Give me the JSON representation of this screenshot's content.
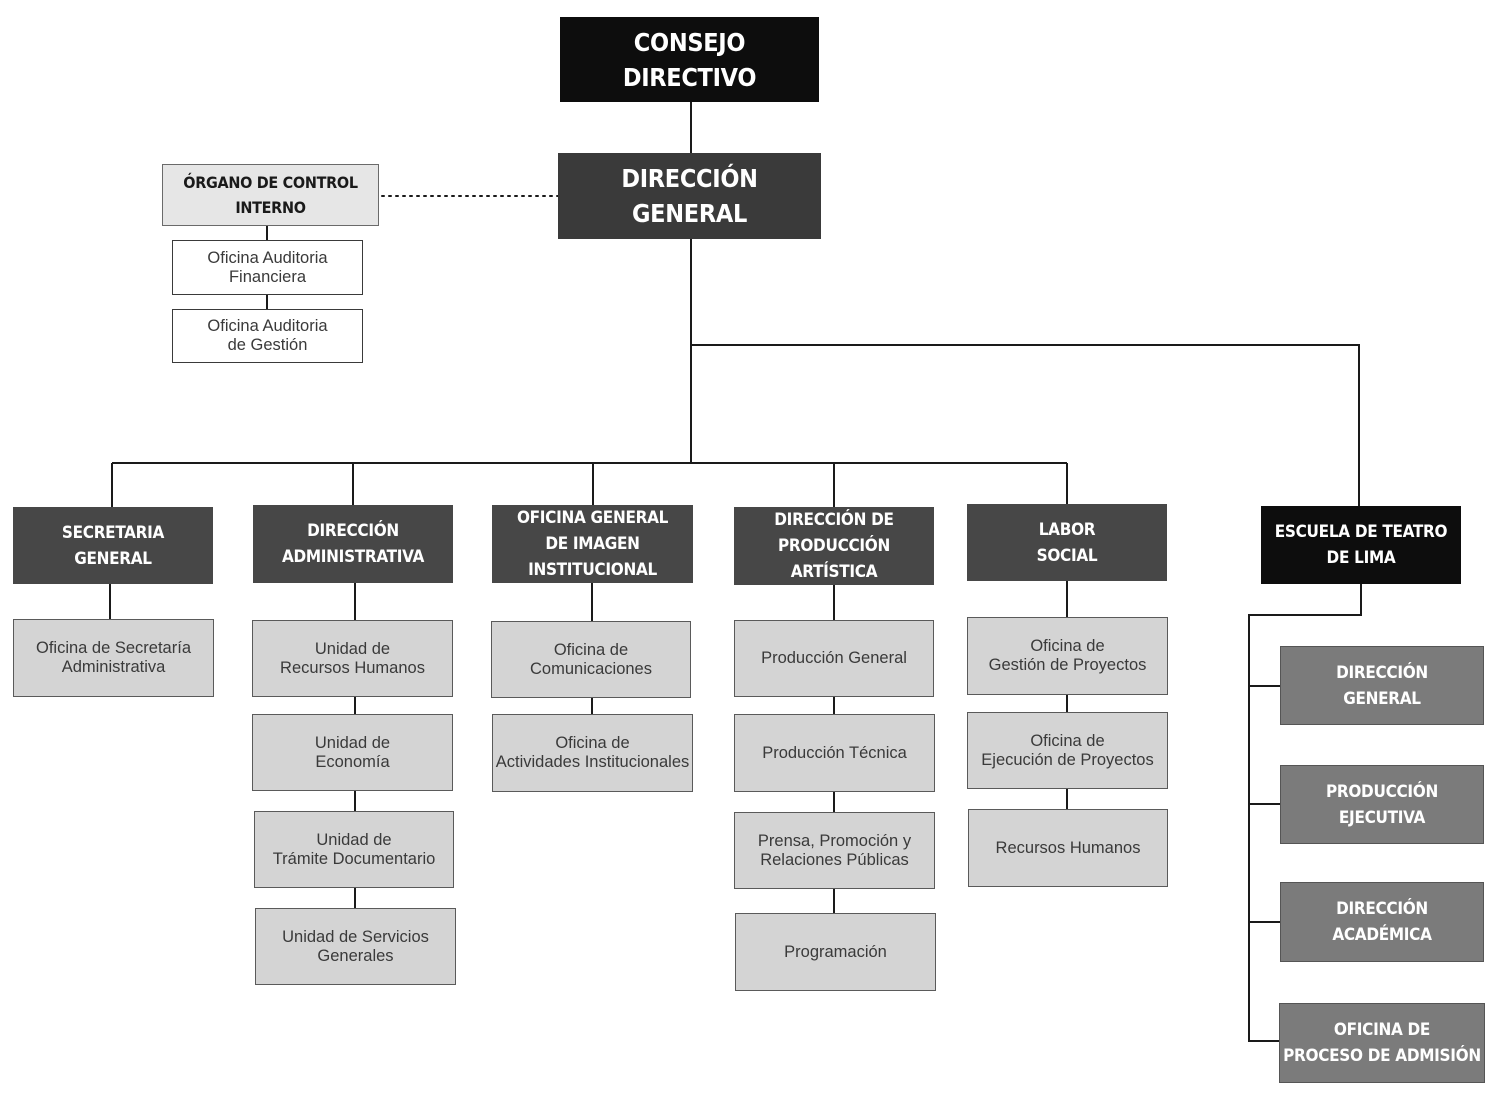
{
  "consejo": "CONSEJO\nDIRECTIVO",
  "direccion_general": "DIRECCIÓN\nGENERAL",
  "control": {
    "title": "ÓRGANO DE CONTROL\nINTERNO",
    "units": [
      "Oficina Auditoria\nFinanciera",
      "Oficina Auditoria\nde Gestión"
    ]
  },
  "departments": [
    {
      "title": "SECRETARIA\nGENERAL",
      "units": [
        "Oficina de Secretaría\nAdministrativa"
      ]
    },
    {
      "title": "DIRECCIÓN\nADMINISTRATIVA",
      "units": [
        "Unidad de\nRecursos Humanos",
        "Unidad de\nEconomía",
        "Unidad de\nTrámite Documentario",
        "Unidad de Servicios\nGenerales"
      ]
    },
    {
      "title": "OFICINA GENERAL\nDE IMAGEN INSTITUCIONAL",
      "units": [
        "Oficina de\nComunicaciones",
        "Oficina de\nActividades Institucionales"
      ]
    },
    {
      "title": "DIRECCIÓN DE\nPRODUCCIÓN ARTÍSTICA",
      "units": [
        "Producción General",
        "Producción Técnica",
        "Prensa, Promoción y\nRelaciones Públicas",
        "Programación"
      ]
    },
    {
      "title": "LABOR\nSOCIAL",
      "units": [
        "Oficina de\nGestión de Proyectos",
        "Oficina de\nEjecución de Proyectos",
        "Recursos Humanos"
      ]
    }
  ],
  "escuela": {
    "title": "ESCUELA DE TEATRO\nDE LIMA",
    "units": [
      "DIRECCIÓN\nGENERAL",
      "PRODUCCIÓN\nEJECUTIVA",
      "DIRECCIÓN\nACADÉMICA",
      "OFICINA DE\nPROCESO DE ADMISIÓN"
    ]
  }
}
